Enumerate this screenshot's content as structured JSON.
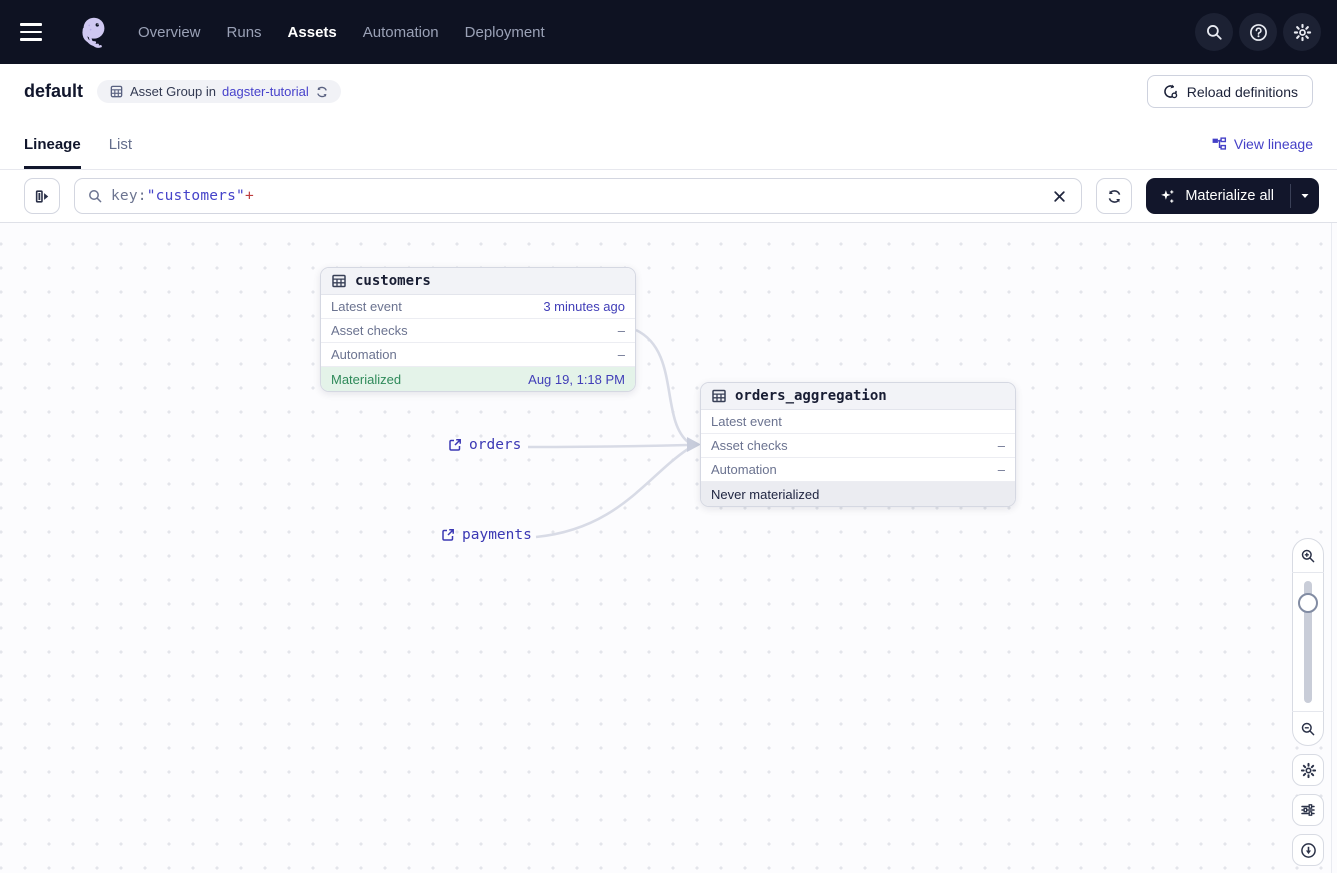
{
  "colors": {
    "navbar_bg": "#0E1222",
    "accent_link": "#4440C7",
    "query_value": "#4543C9",
    "query_plus": "#BE3E3E",
    "success_text": "#2F8A5A",
    "success_bg": "#E4F3E9",
    "neutral_row_bg": "#EBECF1",
    "materialize_btn_bg": "#12162B",
    "edge": "#D8DBE6"
  },
  "navbar": {
    "items": [
      {
        "label": "Overview"
      },
      {
        "label": "Runs"
      },
      {
        "label": "Assets"
      },
      {
        "label": "Automation"
      },
      {
        "label": "Deployment"
      }
    ],
    "action_icons": [
      "search-icon",
      "help-icon",
      "settings-icon"
    ]
  },
  "header": {
    "title": "default",
    "badge": {
      "text": "Asset Group in",
      "link": "dagster-tutorial"
    },
    "reload_button": "Reload definitions"
  },
  "tabs": {
    "lineage": "Lineage",
    "list": "List",
    "view_lineage": "View lineage"
  },
  "toolbar": {
    "search": {
      "part_key": "key:",
      "part_value": "\"customers\"",
      "part_plus": "+"
    },
    "materialize_label": "Materialize all"
  },
  "graph": {
    "nodes": [
      {
        "name": "customers",
        "rows": [
          {
            "label": "Latest event",
            "value": "3 minutes ago"
          },
          {
            "label": "Asset checks",
            "value": "–"
          },
          {
            "label": "Automation",
            "value": "–"
          },
          {
            "label": "Materialized",
            "value": "Aug 19, 1:18 PM"
          }
        ]
      },
      {
        "name": "orders_aggregation",
        "rows": [
          {
            "label": "Latest event",
            "value": ""
          },
          {
            "label": "Asset checks",
            "value": "–"
          },
          {
            "label": "Automation",
            "value": "–"
          },
          {
            "label": "Never materialized",
            "value": ""
          }
        ]
      }
    ],
    "external_assets": [
      {
        "label": "orders"
      },
      {
        "label": "payments"
      }
    ]
  }
}
